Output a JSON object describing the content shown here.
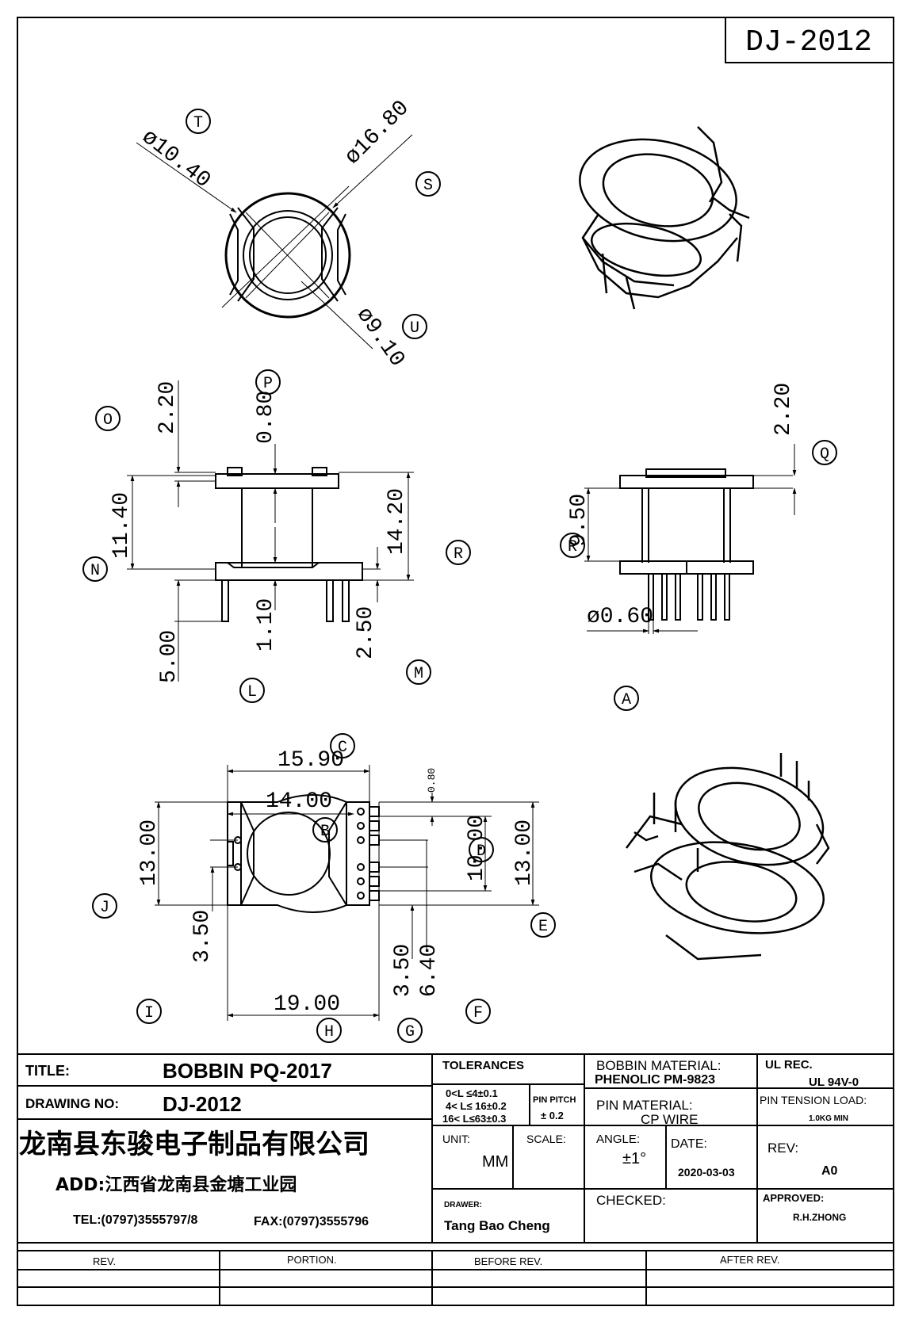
{
  "drawing_code": "DJ-2012",
  "circle_labels": {
    "T": "T",
    "S": "S",
    "U": "U",
    "P": "P",
    "O": "O",
    "Q": "Q",
    "R1": "R",
    "R2": "R",
    "N": "N",
    "L": "L",
    "M": "M",
    "A": "A",
    "C": "C",
    "B": "B",
    "D": "D",
    "J": "J",
    "E": "E",
    "I": "I",
    "F": "F",
    "H": "H",
    "G": "G"
  },
  "top_view": {
    "d_inner": "ø10.40",
    "d_outer": "ø16.80",
    "d_core": "ø9.10"
  },
  "front_view": {
    "flange_top": "2.20",
    "slot_top": "0.80",
    "height_n": "11.40",
    "height_r": "14.20",
    "pin_len": "5.00",
    "gap_l": "1.10",
    "pin_m": "2.50"
  },
  "side_view": {
    "flange_top": "2.20",
    "height": "9.50",
    "pin_dia": "ø0.60"
  },
  "bottom_view": {
    "width_c": "15.90",
    "width_b": "14.00",
    "gap_small": "0.80",
    "height_j": "13.00",
    "height_d": "10.00",
    "height_e": "13.00",
    "offset_i": "3.50",
    "width_h": "19.00",
    "offset_g": "3.50",
    "span_f": "6.40"
  },
  "title_block": {
    "title_label": "TITLE:",
    "title_value": "BOBBIN PQ-2017",
    "drawing_no_label": "DRAWING NO:",
    "drawing_no_value": "DJ-2012",
    "company": "龙南县东骏电子制品有限公司",
    "address": "ADD:江西省龙南县金塘工业园",
    "tel": "TEL:(0797)3555797/8",
    "fax": "FAX:(0797)3555796",
    "tolerances_label": "TOLERANCES",
    "tol_1": "0<L ≤4±0.1",
    "tol_2": "4< L≤  16±0.2",
    "tol_3": "16< L≤63±0.3",
    "pin_pitch_label": "PIN PITCH",
    "pin_pitch_value": "± 0.2",
    "unit_label": "UNIT:",
    "unit_value": "MM",
    "scale_label": "SCALE:",
    "drawer_label": "DRAWER:",
    "drawer_value": "Tang Bao Cheng",
    "bobbin_material_label": "BOBBIN MATERIAL:",
    "bobbin_material_value": "PHENOLIC  PM-9823",
    "ul_label": "UL REC.",
    "ul_value": "UL  94V-0",
    "pin_material_label": "PIN MATERIAL:",
    "pin_material_value": "CP WIRE",
    "pin_tension_label": "PIN TENSION LOAD:",
    "pin_tension_value": "1.0KG MIN",
    "angle_label": "ANGLE:",
    "angle_value": "±1°",
    "date_label": "DATE:",
    "date_value": "2020-03-03",
    "rev_label": "REV:",
    "rev_value": "A0",
    "checked_label": "CHECKED:",
    "approved_label": "APPROVED:",
    "approved_value": "R.H.ZHONG"
  },
  "revision_table": {
    "headers": [
      "REV.",
      "PORTION.",
      "BEFORE REV.",
      "AFTER REV."
    ]
  }
}
